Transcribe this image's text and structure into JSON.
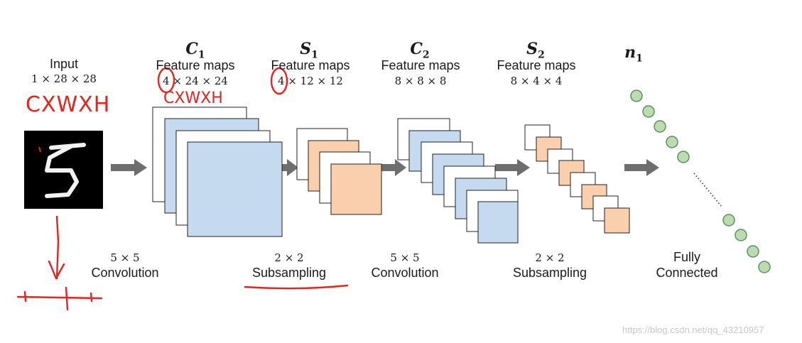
{
  "input": {
    "title": "Input",
    "dims": "1 × 28 × 28"
  },
  "layers": {
    "c1": {
      "name": "C",
      "sub": "1",
      "title": "Feature maps",
      "dims": "4 × 24 × 24"
    },
    "s1": {
      "name": "S",
      "sub": "1",
      "title": "Feature maps",
      "dims": "4 × 12 × 12"
    },
    "c2": {
      "name": "C",
      "sub": "2",
      "title": "Feature maps",
      "dims": "8 × 8 × 8"
    },
    "s2": {
      "name": "S",
      "sub": "2",
      "title": "Feature maps",
      "dims": "8 × 4 × 4"
    },
    "n1": {
      "name": "n",
      "sub": "1"
    }
  },
  "operations": {
    "conv1": {
      "kernel": "5 × 5",
      "label": "Convolution"
    },
    "sub1": {
      "kernel": "2 × 2",
      "label": "Subsampling"
    },
    "conv2": {
      "kernel": "5 × 5",
      "label": "Convolution"
    },
    "sub2": {
      "kernel": "2 × 2",
      "label": "Subsampling"
    },
    "fc": {
      "label_line1": "Fully",
      "label_line2": "Connected"
    }
  },
  "annotations": {
    "handwritten_left": "CXWXH",
    "handwritten_c1": "CXWXH"
  },
  "watermark": "https://blog.csdn.net/qq_43210957",
  "colors": {
    "blue_map": "#c5d9ef",
    "orange_map": "#f9cfae",
    "arrow": "#6e6e6e",
    "node_fill": "#bcdcb0",
    "node_stroke": "#5a8f64",
    "ink_red": "#e8231e"
  }
}
